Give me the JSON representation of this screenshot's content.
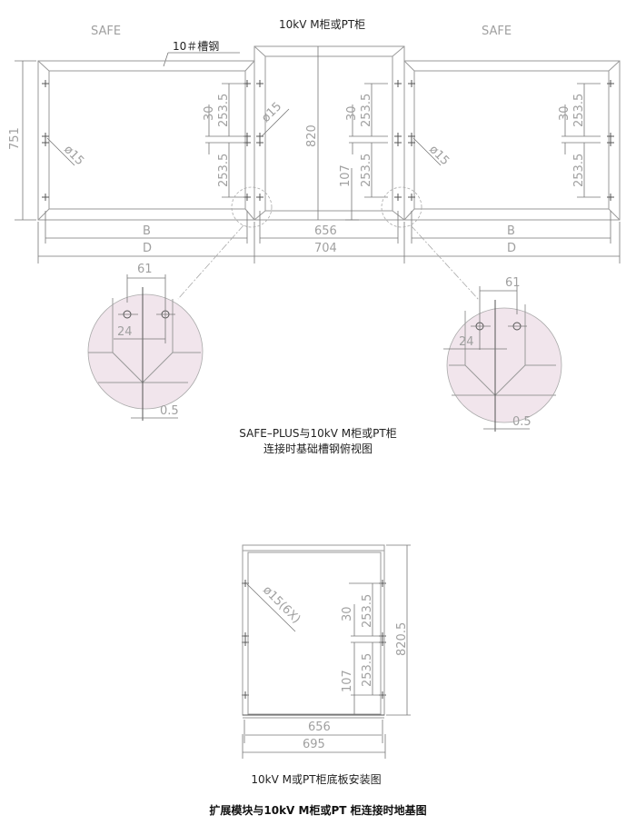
{
  "labels": {
    "safe_left": "SAFE",
    "safe_right": "SAFE",
    "middle_title": "10kV  M柜或PT柜",
    "channel_steel": "10＃槽钢",
    "dim_751": "751",
    "dim_820": "820",
    "dim_30": "30",
    "dim_253_5": "253.5",
    "dim_107": "107",
    "dim_phi15": "ø15",
    "dim_B": "B",
    "dim_D": "D",
    "dim_656": "656",
    "dim_704": "704",
    "dim_61": "61",
    "dim_24": "24",
    "dim_0_5": "0.5",
    "dim_820_5": "820.5",
    "dim_695": "695",
    "dim_phi15_6x": "ø15(6X)"
  },
  "captions": {
    "top_view_line1": "SAFE–PLUS与10kV  M柜或PT柜",
    "top_view_line2": "连接时基础槽钢俯视图",
    "base_plate": "10kV  M或PT柜底板安装图",
    "main_title": "扩展模块与10kV  M柜或PT 柜连接时地基图"
  },
  "colors": {
    "detail_fill": "#f1e5ec",
    "line": "#9a9a9a"
  }
}
